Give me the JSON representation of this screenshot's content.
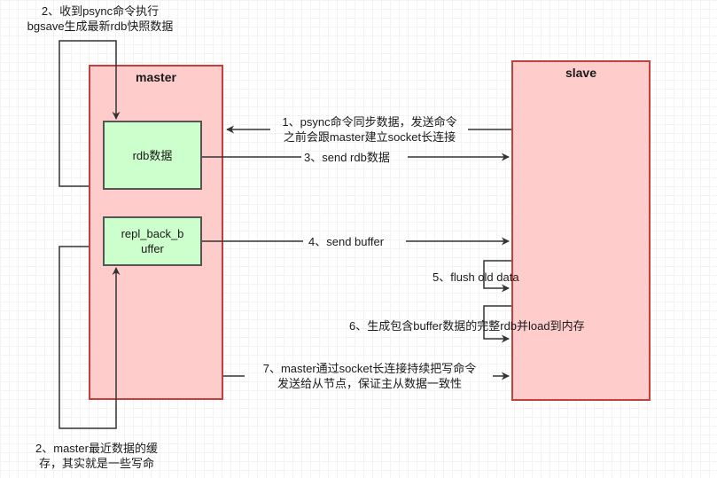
{
  "master": {
    "title": "master"
  },
  "slave": {
    "title": "slave"
  },
  "rdb_box": {
    "label": "rdb数据"
  },
  "repl_box": {
    "label_line1": "repl_back_b",
    "label_line2": "uffer"
  },
  "labels": {
    "top_loop_line1": "2、收到psync命令执行",
    "top_loop_line2": "bgsave生成最新rdb快照数据",
    "step1_line1": "1、psync命令同步数据，发送命令",
    "step1_line2": "之前会跟master建立socket长连接",
    "step3": "3、send rdb数据",
    "step4": "4、send buffer",
    "step5": "5、flush old data",
    "step6": "6、生成包含buffer数据的完整rdb并load到内存",
    "step7_line1": "7、master通过socket长连接持续把写命令",
    "step7_line2": "发送给从节点，保证主从数据一致性",
    "bottom_loop_line1": "2、master最近数据的缓",
    "bottom_loop_line2": "存，其实就是一些写命"
  },
  "colors": {
    "box_fill": "#ffcccc",
    "box_border": "#c2403d",
    "green_fill": "#ccffcc",
    "line": "#333333"
  }
}
